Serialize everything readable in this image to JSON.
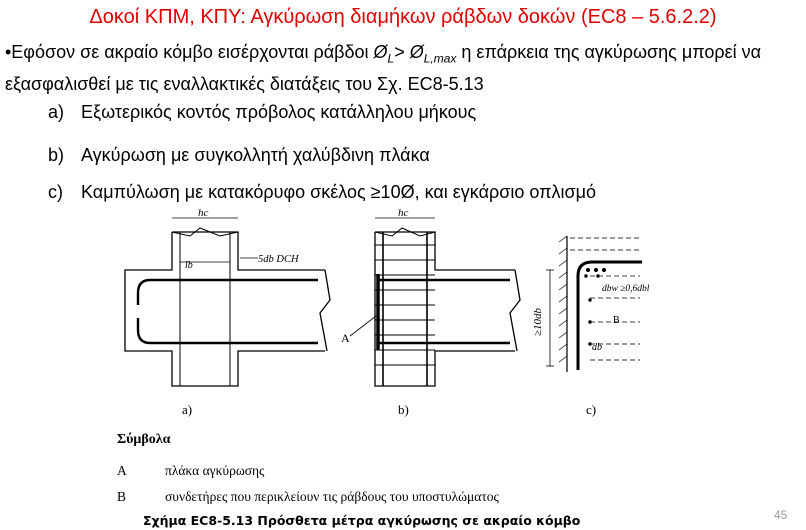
{
  "slide": {
    "title": "Δοκοί ΚΠΜ, ΚΠΥ: Αγκύρωση διαμήκων ράβδων δοκών (EC8 – 5.6.2.2)",
    "intro": {
      "part1": "•Εφόσον σε ακραίο κόμβο εισέρχονται ράβδοι ",
      "sym1": "Ø",
      "sub1": "L",
      "part2": "> ",
      "sym2": "Ø",
      "sub2": "L,max",
      "part3": " η επάρκεια της αγκύρωσης μπορεί να εξασφαλισθεί με τις εναλλακτικές διατάξεις του Σχ. EC8-5.13"
    },
    "items": [
      {
        "label": "a)",
        "text": "Εξωτερικός κοντός πρόβολος κατάλληλου μήκους"
      },
      {
        "label": "b)",
        "text": "Αγκύρωση με συγκολλητή χαλύβδινη πλάκα"
      },
      {
        "label": "c)",
        "text": "Καμπύλωση με κατακόρυφο σκέλος ≥10Ø, και εγκάρσιο οπλισμό"
      }
    ],
    "figure": {
      "panels": [
        "a)",
        "b)",
        "c)"
      ],
      "labels": {
        "hc": "hc",
        "lb": "lb",
        "dch": "5db  DCH",
        "A": "A",
        "ten_db": "≥10db",
        "dbw": "dbw ≥0,6dbl",
        "B": "B",
        "db": "db"
      }
    },
    "legend": {
      "title": "Σύμβολα",
      "entries": [
        {
          "key": "A",
          "text": "πλάκα αγκύρωσης"
        },
        {
          "key": "B",
          "text": "συνδετήρες που περικλείουν τις ράβδους του υποστυλώματος"
        }
      ]
    },
    "caption": "Σχήμα EC8-5.13 Πρόσθετα μέτρα αγκύρωσης σε ακραίο κόμβο",
    "page_number": "45"
  }
}
